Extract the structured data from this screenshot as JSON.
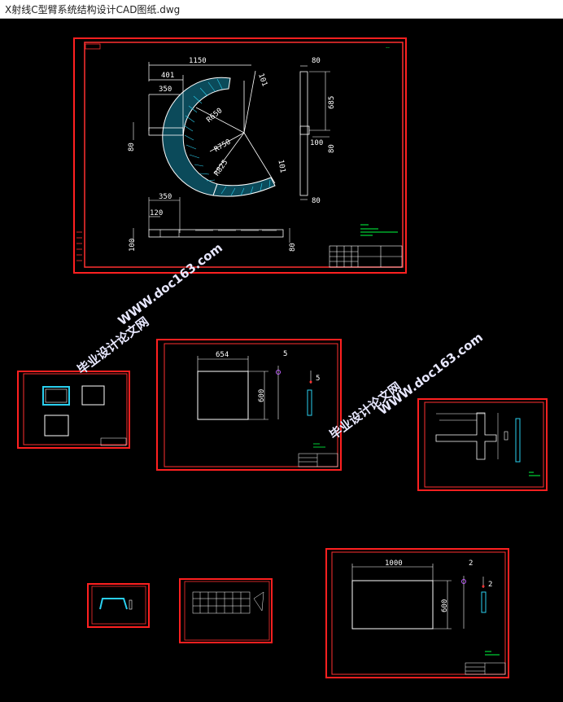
{
  "window": {
    "title": "X射线C型臂系统结构设计CAD图纸.dwg"
  },
  "drawing1": {
    "dims": {
      "d1150": "1150",
      "d401": "401",
      "d350a": "350",
      "dR650": "R650",
      "dR750": "R750",
      "dR825": "R825",
      "d101a": "101",
      "d101b": "101",
      "d80a": "80",
      "d685": "685",
      "d100a": "100",
      "d80b": "80",
      "d80c": "80",
      "d80d": "80",
      "d350b": "350",
      "d120": "120",
      "d100b": "100",
      "d80e": "80"
    }
  },
  "drawing3": {
    "dims": {
      "d654": "654",
      "d600": "600",
      "d5a": "5",
      "d5b": "5"
    }
  },
  "drawing7": {
    "dims": {
      "d1000": "1000",
      "d600": "600",
      "d2a": "2",
      "d2b": "2"
    }
  },
  "watermarks": {
    "site": "WWW.doc163.com",
    "label": "毕业设计论文网"
  },
  "colors": {
    "frame": "#ff2020",
    "inner_frame": "#ff4040",
    "geometry": "#ffffff",
    "hatch": "#00c8ff",
    "text_green": "#00ff40",
    "marker": "#c060ff",
    "background": "#000000"
  }
}
